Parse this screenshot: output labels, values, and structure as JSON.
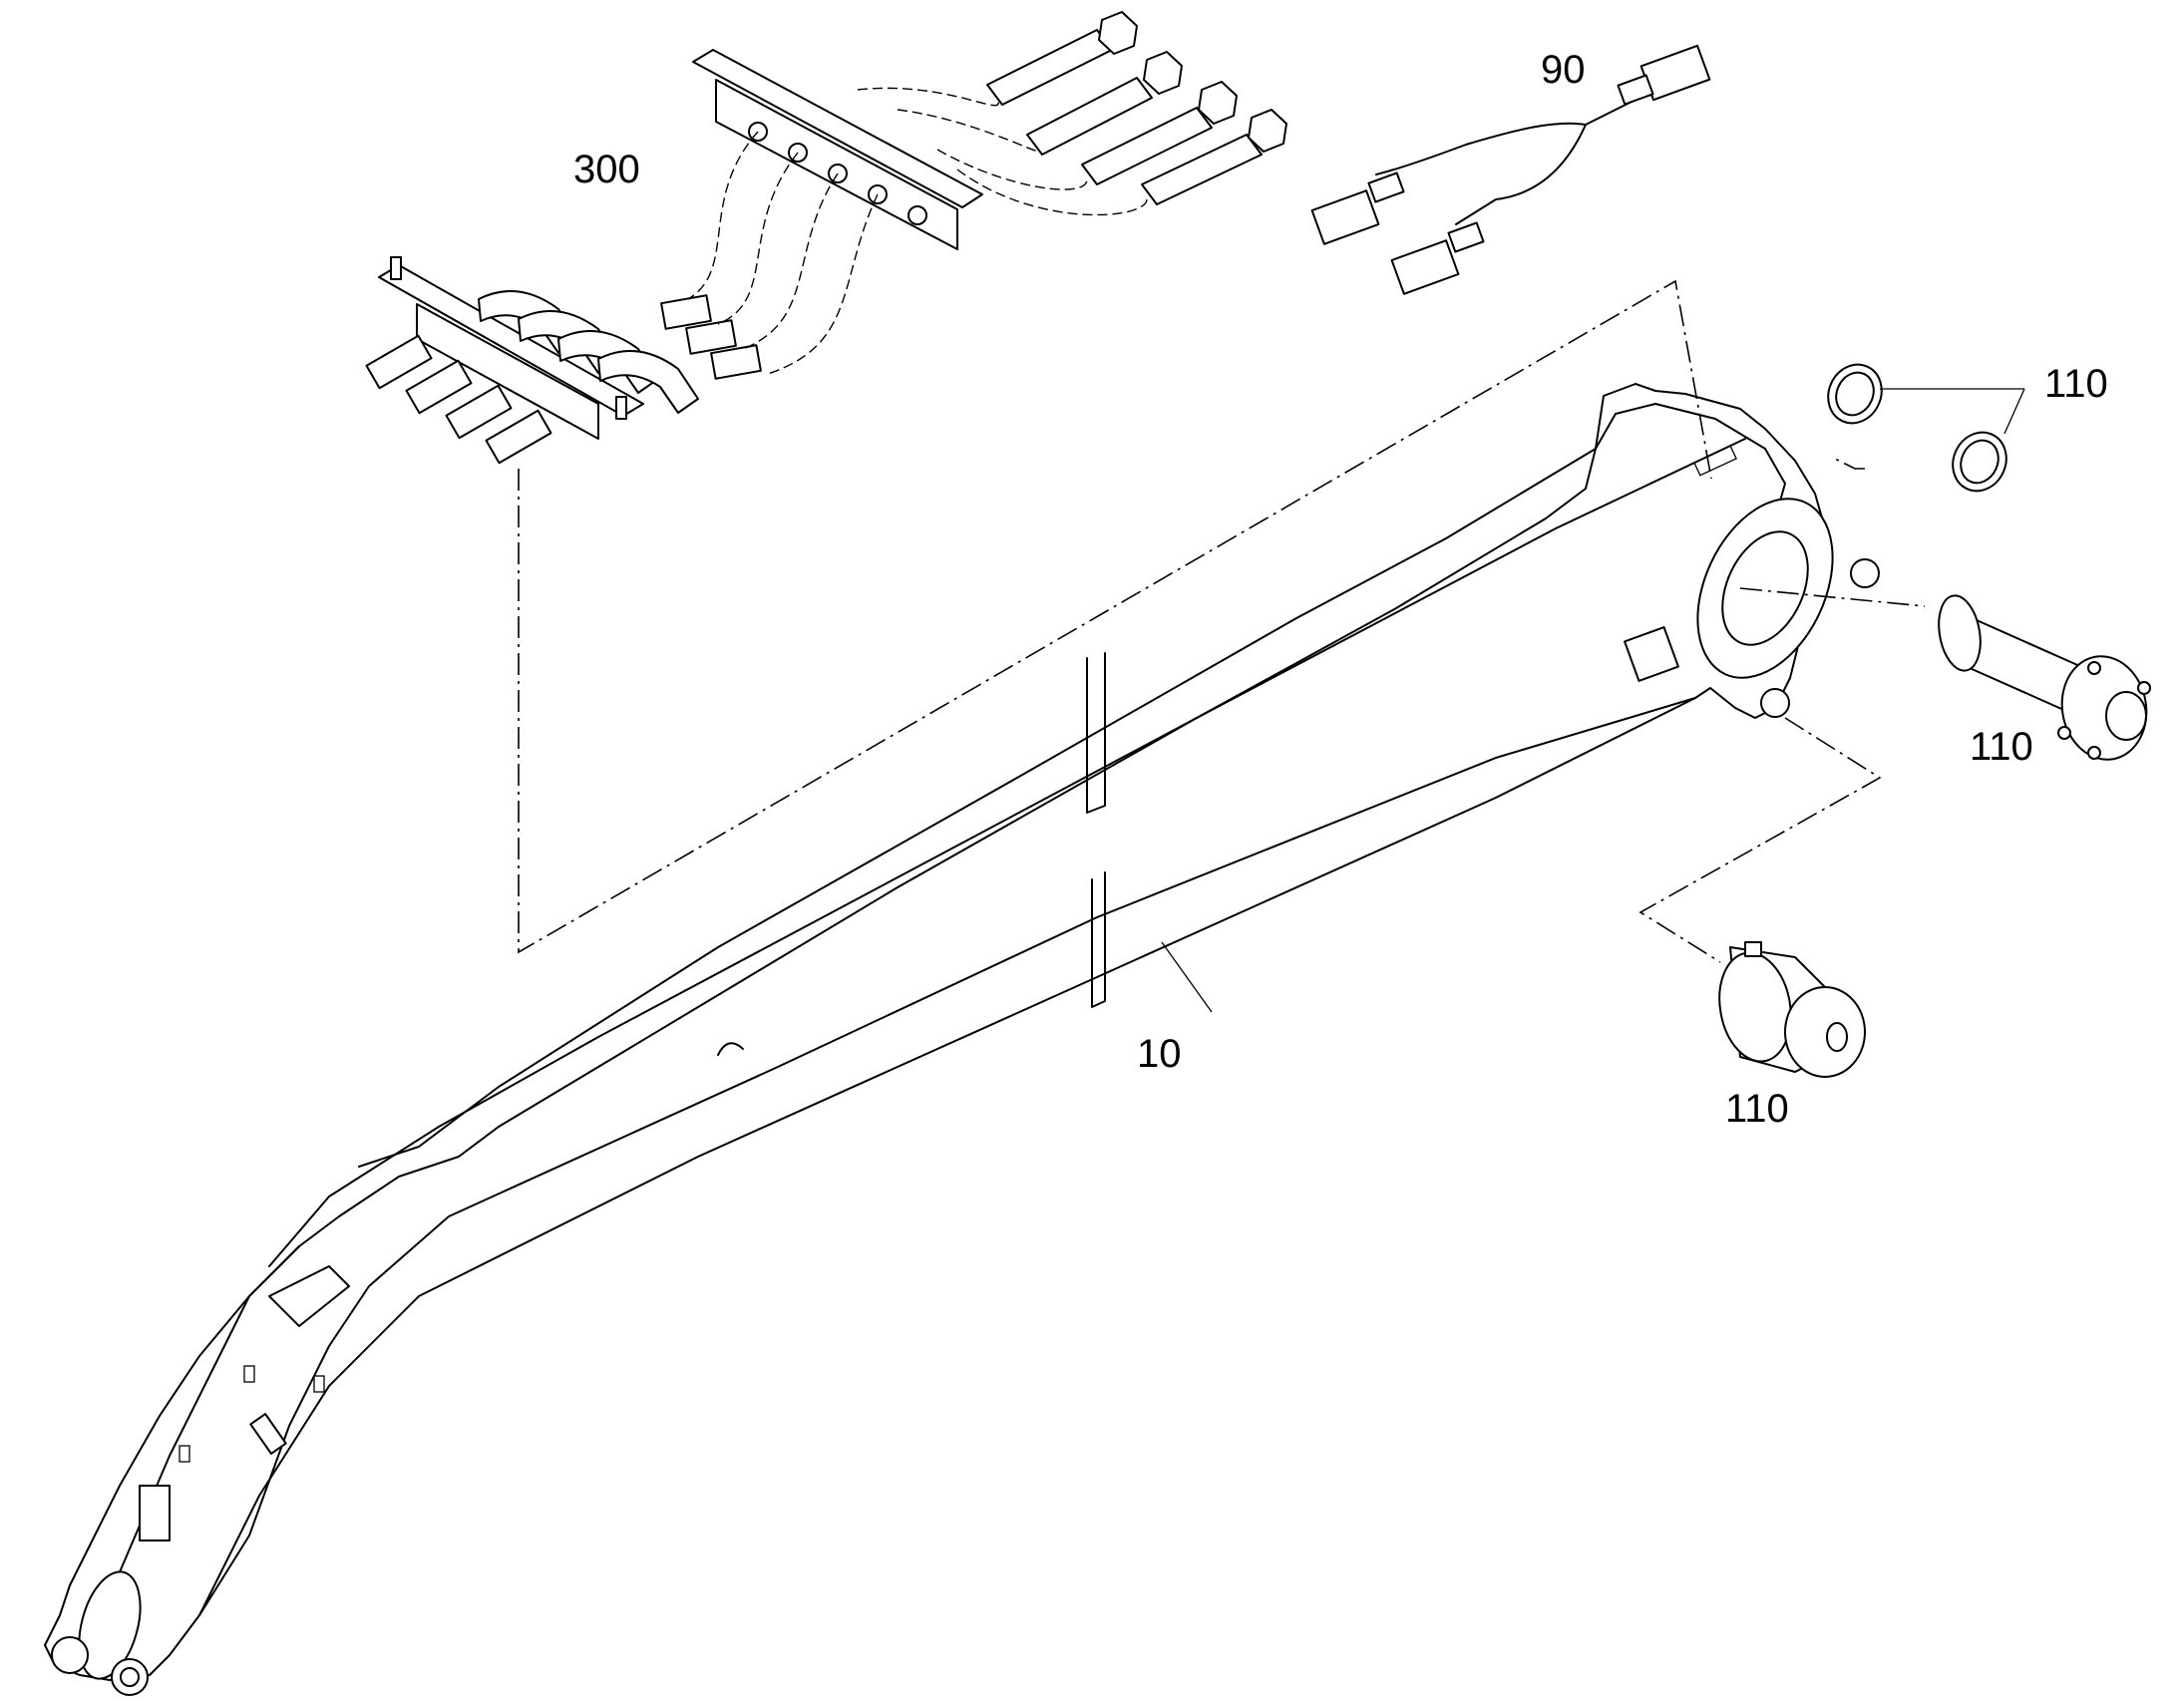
{
  "callouts": {
    "boom": "10",
    "harness": "90",
    "pin_set_rings": "110",
    "pin_set_main": "110",
    "pin_set_lower": "110",
    "hose_clamp": "300"
  }
}
